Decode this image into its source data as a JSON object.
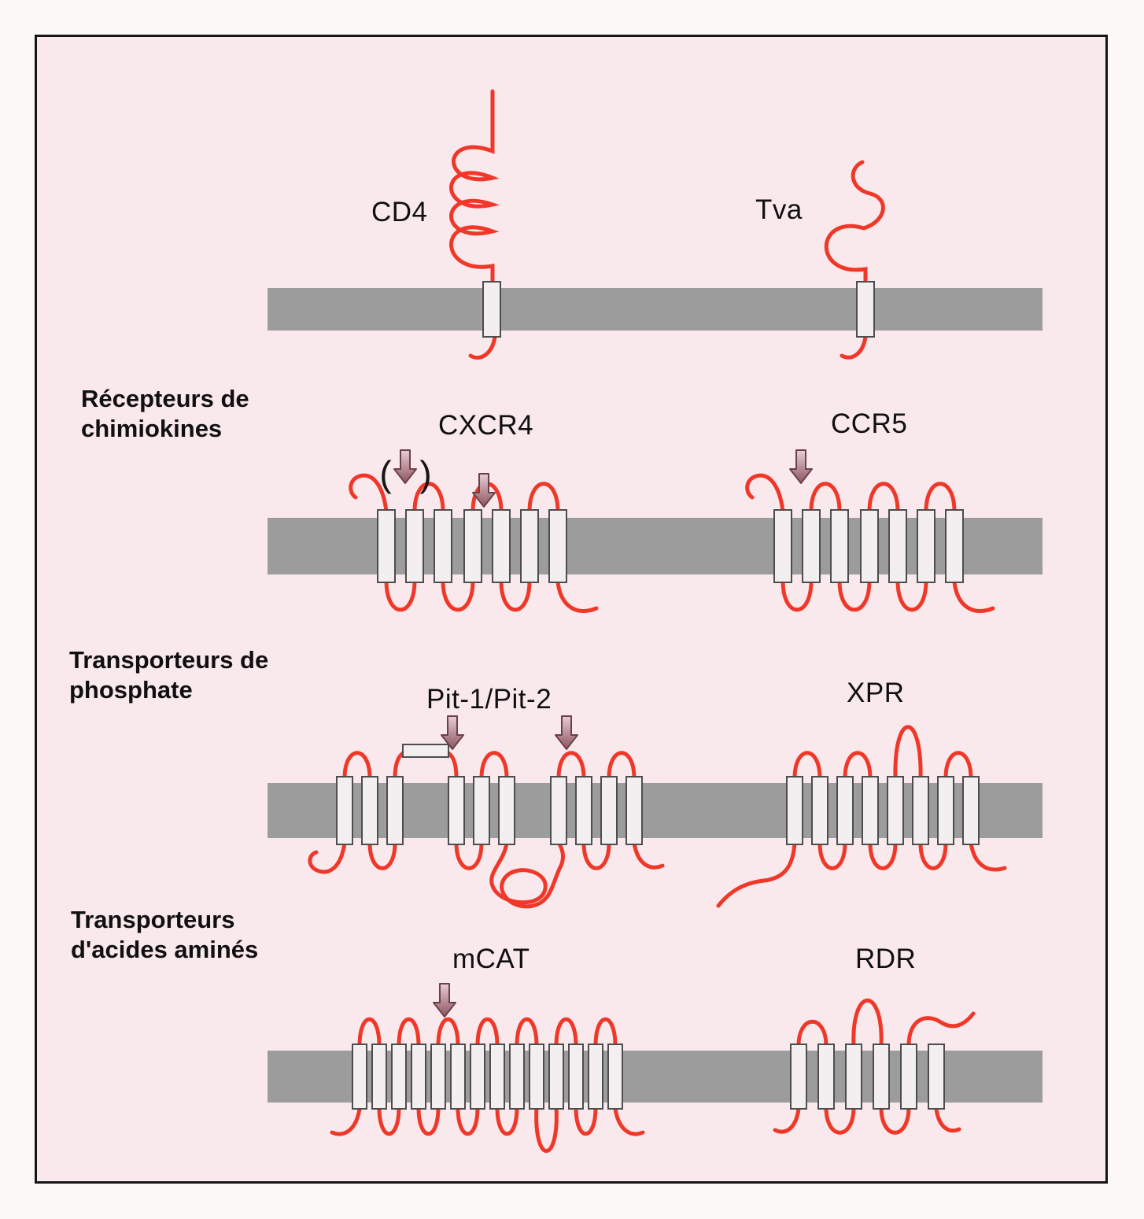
{
  "colors": {
    "panel_background": "#fae9ec",
    "membrane_gray": "#9c9c9c",
    "protein_red": "#ef3829",
    "helix_fill": "#f3eff0",
    "arrow_outline": "#6b4049"
  },
  "icons": {
    "down_arrow": "block-down-arrow"
  },
  "labels": {
    "cd4": "CD4",
    "tva": "Tva",
    "chemokine_category": [
      "Récepteurs de",
      "chimiokines"
    ],
    "cxcr4": "CXCR4",
    "ccr5": "CCR5",
    "cxcr4_paren_open": "(",
    "cxcr4_paren_close": ")",
    "phosphate_category": [
      "Transporteurs de",
      "phosphate"
    ],
    "pit": "Pit-1/Pit-2",
    "xpr": "XPR",
    "amino_category": [
      "Transporteurs",
      "d'acides aminés"
    ],
    "mcat": "mCAT",
    "rdr": "RDR"
  }
}
